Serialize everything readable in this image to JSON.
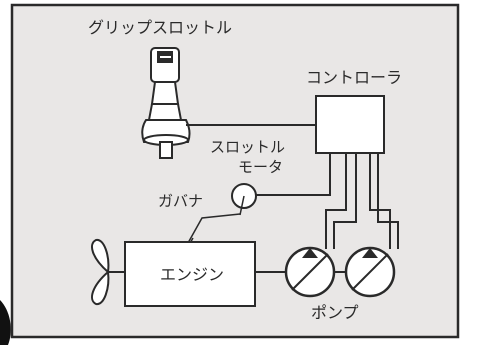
{
  "labels": {
    "grip_throttle": "グリップスロットル",
    "controller": "コントローラ",
    "throttle_motor_line1": "スロットル",
    "throttle_motor_line2": "モータ",
    "governor": "ガバナ",
    "engine": "エンジン",
    "pump": "ポンプ"
  },
  "colors": {
    "frame_bg": "#e9e7e6",
    "outer_bg": "#ffffff",
    "line": "#2a2a2a",
    "box_fill": "#ffffff",
    "dark_edge": "#111111"
  }
}
